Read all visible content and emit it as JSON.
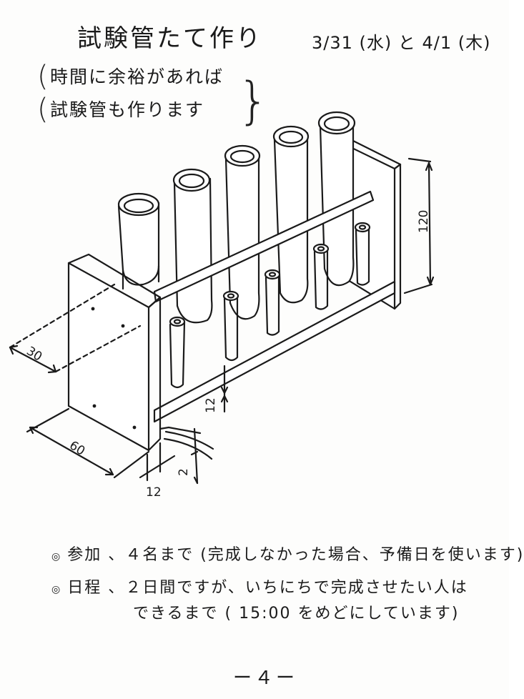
{
  "header": {
    "title": "試験管たて作り",
    "date": "3/31 (水) と 4/1 (木)"
  },
  "note": {
    "line1": "時間に余裕があれば",
    "line2": "試験管も作ります"
  },
  "dimensions": {
    "depth": "30",
    "width": "60",
    "thickness_bottom": "12",
    "height": "120",
    "rail_gap": "12",
    "floor_gap": "2"
  },
  "bullets": [
    {
      "text": "参加 、４名まで (完成しなかった場合、予備日を使います)"
    },
    {
      "text": "日程 、２日間ですが、いちにちで完成させたい人は"
    },
    {
      "text": "できるまで ( 15:00 をめどにしています)"
    }
  ],
  "footer": {
    "page_number": "ー４ー"
  }
}
